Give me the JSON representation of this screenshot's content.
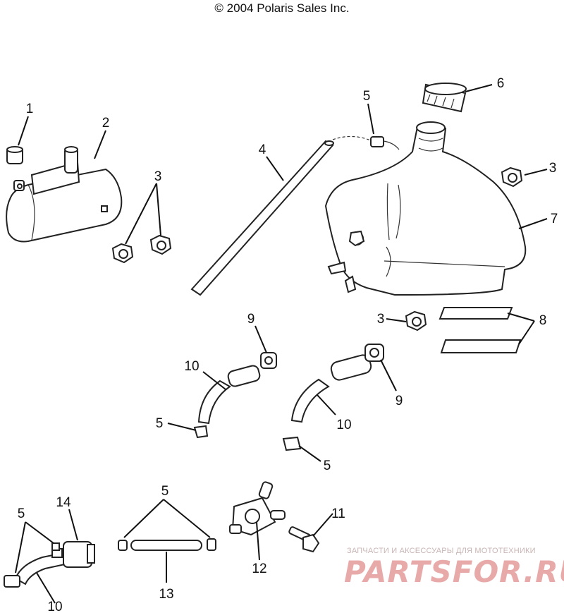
{
  "copyright": "© 2004 Polaris Sales Inc.",
  "callouts": [
    "1",
    "2",
    "3",
    "3",
    "4",
    "5",
    "6",
    "3",
    "7",
    "3",
    "8",
    "9",
    "10",
    "5",
    "9",
    "10",
    "5",
    "5",
    "14",
    "10",
    "5",
    "13",
    "12",
    "11"
  ],
  "watermark": {
    "tagline": "ЗАПЧАСТИ И АКСЕССУАРЫ ДЛЯ МОТОТЕХНИКИ",
    "logo": "PARTSFOR.RU"
  }
}
